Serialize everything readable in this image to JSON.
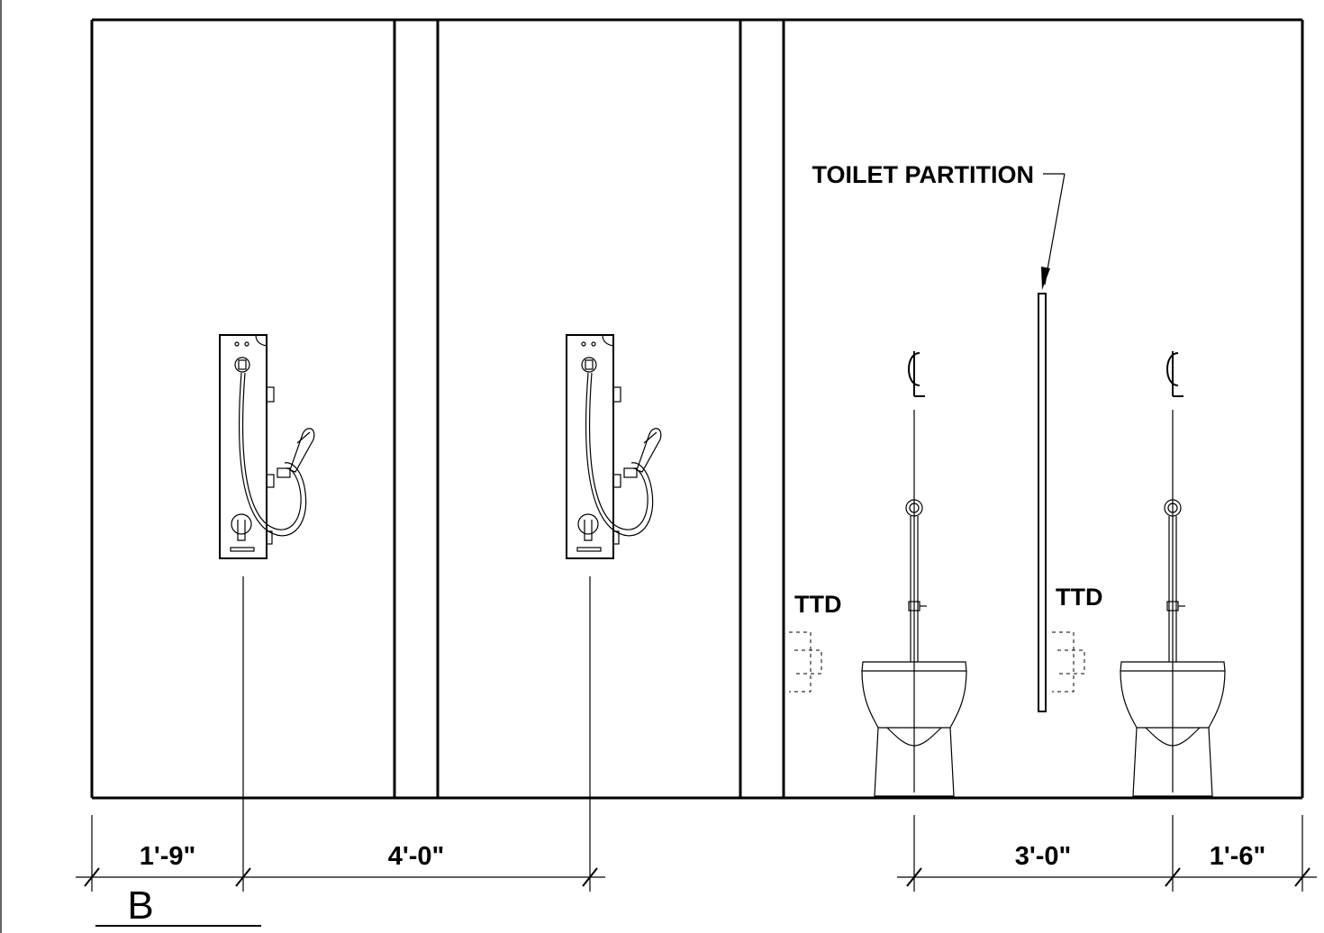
{
  "annotations": {
    "partition_label": "TOILET PARTITION",
    "ttd_left": "TTD",
    "ttd_right": "TTD",
    "section_mark": "B"
  },
  "dimensions": {
    "d1": "1'-9\"",
    "d2": "4'-0\"",
    "d3": "3'-0\"",
    "d4": "1'-6\""
  }
}
